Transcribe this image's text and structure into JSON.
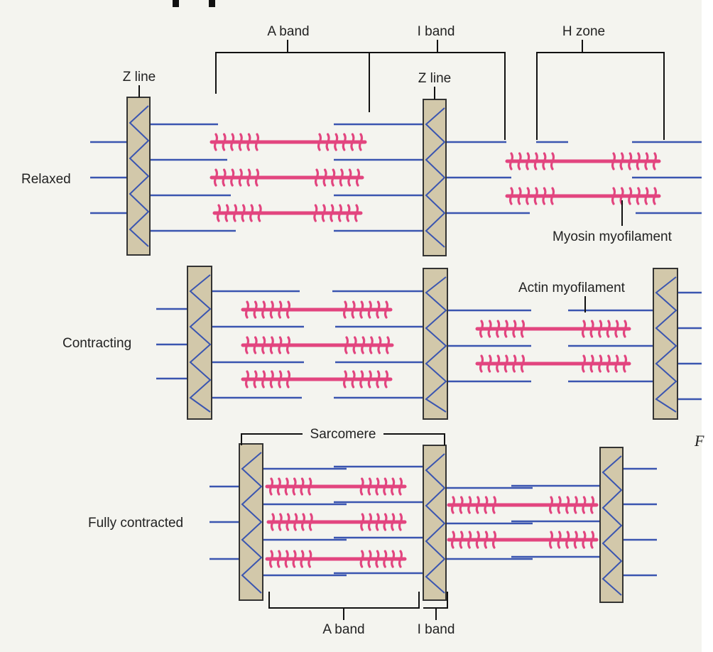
{
  "labels": {
    "a_band_top": "A band",
    "i_band_top": "I band",
    "h_zone": "H zone",
    "z_line_left": "Z line",
    "z_line_mid": "Z line",
    "relaxed": "Relaxed",
    "contracting": "Contracting",
    "fully_contracted": "Fully contracted",
    "myosin": "Myosin myofilament",
    "actin": "Actin myofilament",
    "sarcomere": "Sarcomere",
    "a_band_bottom": "A band",
    "i_band_bottom": "I band",
    "edge_letter": "F"
  },
  "colors": {
    "actin": "#3a55b0",
    "myosin": "#e2457f",
    "zdisc_fill": "#d2c8aa",
    "zdisc_stroke": "#333333",
    "bracket": "#111111",
    "background": "#f4f4ef"
  },
  "states": [
    "Relaxed",
    "Contracting",
    "Fully contracted"
  ]
}
